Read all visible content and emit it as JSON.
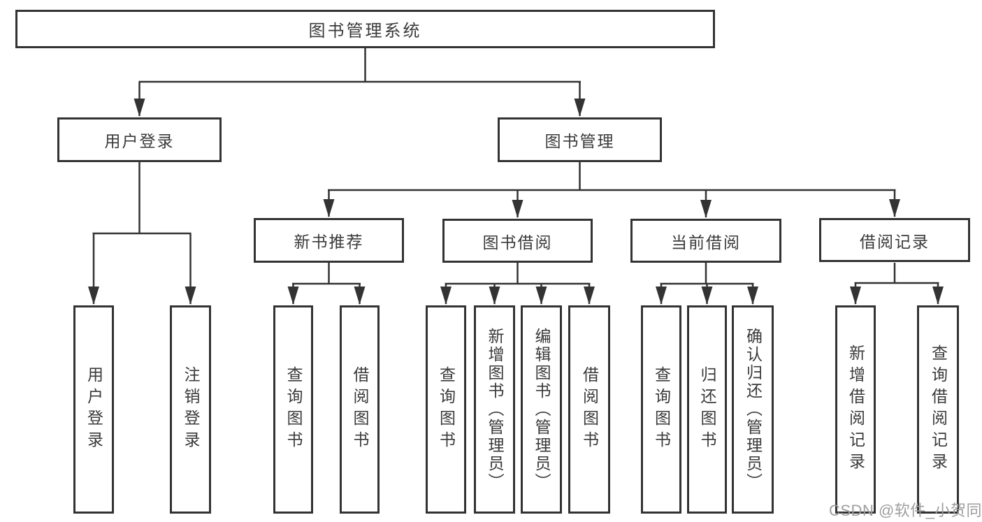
{
  "diagram_title": "图书管理系统",
  "colors": {
    "line": "#333333",
    "text": "#3a3a3a",
    "watermark": "#9e9e9e",
    "background": "#ffffff"
  },
  "nodes": {
    "root": {
      "label": "图书管理系统"
    },
    "level2": {
      "user_login": {
        "label": "用户登录"
      },
      "book_mgmt": {
        "label": "图书管理"
      }
    },
    "level3": {
      "new_books": {
        "label": "新书推荐"
      },
      "borrowing": {
        "label": "图书借阅"
      },
      "current": {
        "label": "当前借阅"
      },
      "records": {
        "label": "借阅记录"
      }
    },
    "leaves": {
      "login": {
        "label": "用户登录"
      },
      "logout": {
        "label": "注销登录"
      },
      "nb_query": {
        "label": "查询图书"
      },
      "nb_borrow": {
        "label": "借阅图书"
      },
      "bw_query": {
        "label": "查询图书"
      },
      "bw_add": {
        "label": "新增图书（管理员）"
      },
      "bw_edit": {
        "label": "编辑图书（管理员）"
      },
      "bw_borrow": {
        "label": "借阅图书"
      },
      "cur_query": {
        "label": "查询图书"
      },
      "cur_return": {
        "label": "归还图书"
      },
      "cur_confirm": {
        "label": "确认归还（管理员）"
      },
      "rec_add": {
        "label": "新增借阅记录"
      },
      "rec_query": {
        "label": "查询借阅记录"
      }
    }
  },
  "watermark": {
    "text": "CSDN @软件_小贺同学"
  }
}
